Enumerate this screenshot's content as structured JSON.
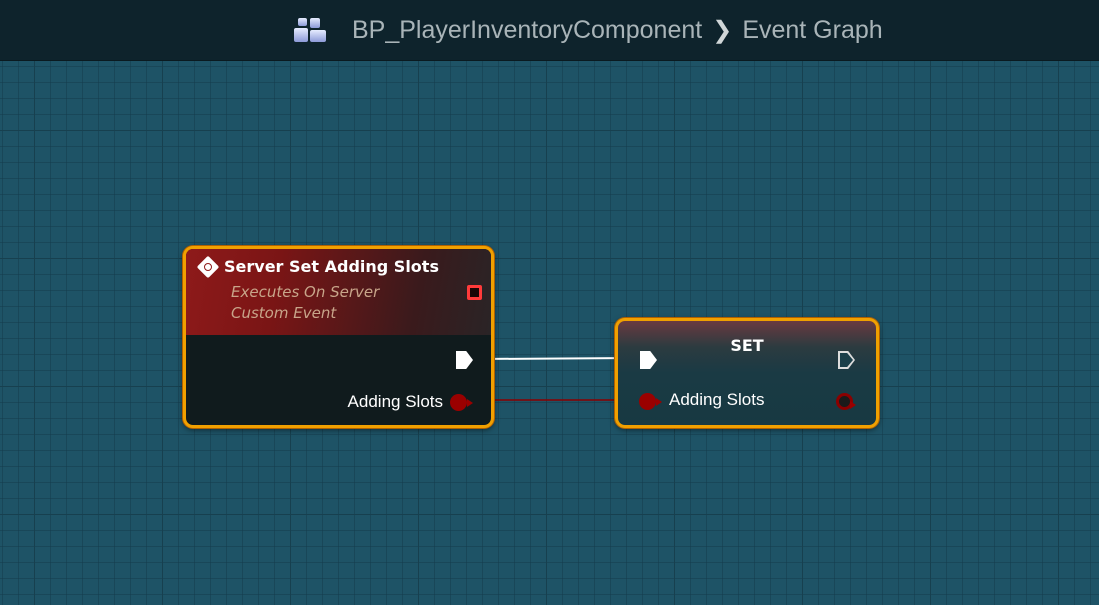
{
  "header": {
    "blueprint": "BP_PlayerInventoryComponent",
    "separator": "❯",
    "graph": "Event Graph"
  },
  "event_node": {
    "title": "Server Set Adding Slots",
    "subtitle_1": "Executes On Server",
    "subtitle_2": "Custom Event",
    "output_pin": "Adding Slots"
  },
  "set_node": {
    "title": "SET",
    "pin": "Adding Slots"
  },
  "colors": {
    "node_border": "#f0a000",
    "bool_pin": "#9a0000",
    "exec_wire": "#ffffff"
  }
}
